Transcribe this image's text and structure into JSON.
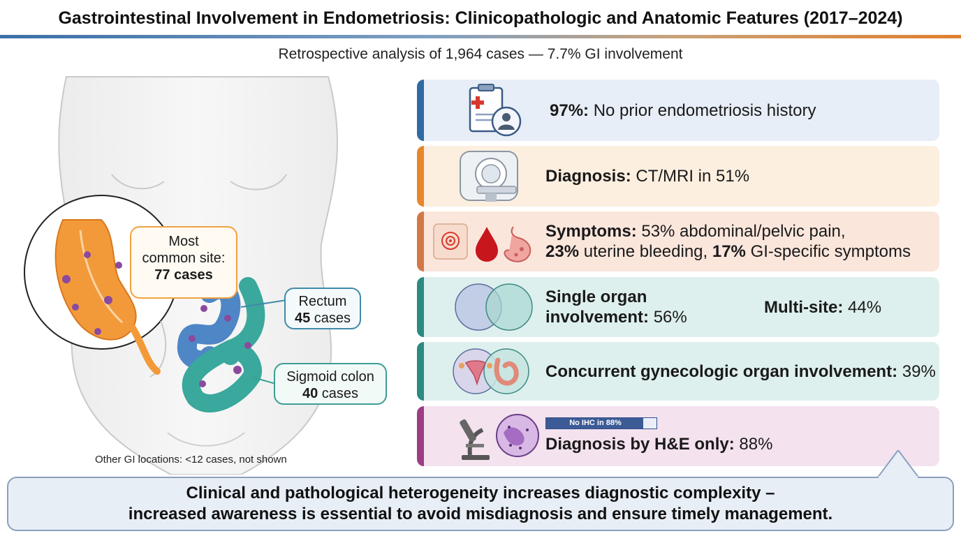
{
  "header": {
    "title": "Gastrointestinal Involvement in Endometriosis: Clinicopathologic and Anatomic Features (2017–2024)",
    "subtitle": "Retrospective analysis of 1,964 cases — 7.7% GI involvement"
  },
  "illustration": {
    "callout_common": {
      "line1": "Most",
      "line2": "common site:",
      "value": "77 cases"
    },
    "callout_rectum": {
      "name": "Rectum",
      "value": "45",
      "unit": "cases"
    },
    "callout_sigmoid": {
      "name": "Sigmoid colon",
      "value": "40",
      "unit": "cases"
    },
    "footnote": "Other GI locations: <12 cases, not shown",
    "colors": {
      "appendix": "#f29a3a",
      "rectum": "#4f86c6",
      "sigmoid": "#3aa89c",
      "lesion": "#8a4a9e"
    }
  },
  "panels": [
    {
      "icon": "clipboard-patient-icon",
      "bold": "97%:",
      "text": " No prior endometriosis history"
    },
    {
      "icon": "ct-scanner-icon",
      "bold": "Diagnosis:",
      "text": " CT/MRI in 51%"
    },
    {
      "icon": "symptoms-icon",
      "bold1": "Symptoms:",
      "text1": " 53% abdominal/pelvic pain,",
      "bold2": "23%",
      "text2": " uterine bleeding, ",
      "bold3": "17%",
      "text3": " GI-specific symptoms"
    },
    {
      "icon": "venn-icon",
      "bold_a": "Single organ",
      "bold_b": "involvement:",
      "text_a": " 56%",
      "bold_c": "Multi-site:",
      "text_c": " 44%"
    },
    {
      "icon": "uterus-colon-icon",
      "bold": "Concurrent gynecologic organ involvement:",
      "text": " 39%"
    },
    {
      "icon": "microscope-icon",
      "bar_label": "No IHC in 88%",
      "bar_fraction": 0.88,
      "bold": "Diagnosis by H&E only:",
      "text": " 88%"
    }
  ],
  "banner": {
    "line1": "Clinical and pathological heterogeneity increases diagnostic complexity –",
    "line2": "increased awareness is essential to avoid misdiagnosis and ensure timely management."
  }
}
